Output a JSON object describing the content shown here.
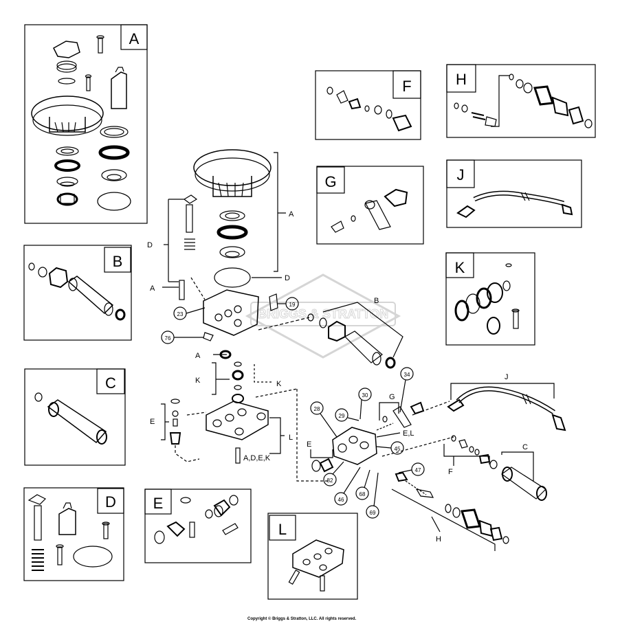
{
  "kits": [
    {
      "letter": "A"
    },
    {
      "letter": "B"
    },
    {
      "letter": "C"
    },
    {
      "letter": "D"
    },
    {
      "letter": "E"
    },
    {
      "letter": "F"
    },
    {
      "letter": "G"
    },
    {
      "letter": "H"
    },
    {
      "letter": "J"
    },
    {
      "letter": "K"
    },
    {
      "letter": "L"
    }
  ],
  "callouts": {
    "c23": "23",
    "c76": "76",
    "c19": "19",
    "c34": "34",
    "c30": "30",
    "c29": "29",
    "c28": "28",
    "c45": "45",
    "c47": "47",
    "c82": "82",
    "c46": "46",
    "c68": "68",
    "c69": "69"
  },
  "letter_labels": {
    "A_top": "A",
    "D_top": "D",
    "D_left": "D",
    "A_left": "A",
    "B_mid": "B",
    "A_mid": "A",
    "K_left": "K",
    "K_right": "K",
    "E_left": "E",
    "L_right": "L",
    "ADEK": "A,D,E,K",
    "G_mid": "G",
    "J_top": "J",
    "EL": "E,L",
    "E_mid": "E",
    "F_mid": "F",
    "C_mid": "C",
    "H_bot": "H"
  },
  "watermark": "BRIGGS & STRATTON",
  "copyright": "Copyright © Briggs & Stratton, LLC. All rights reserved."
}
